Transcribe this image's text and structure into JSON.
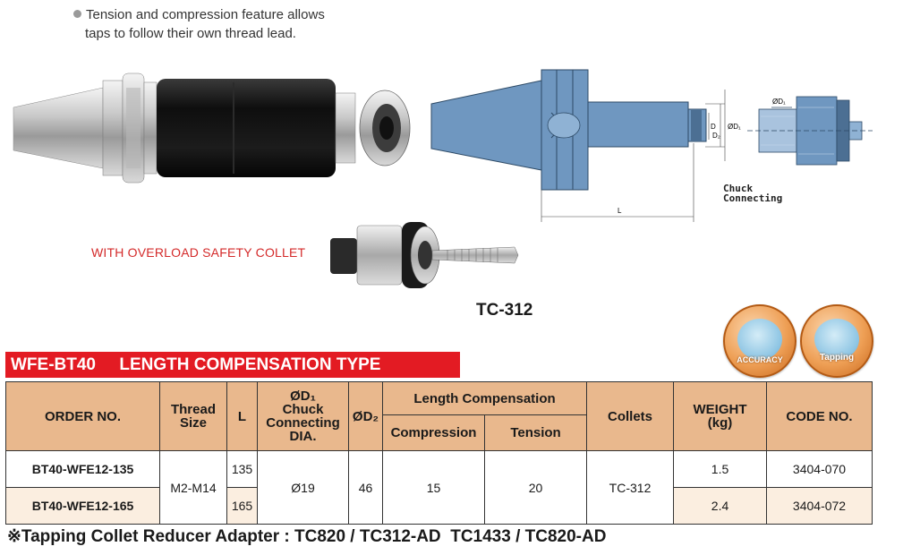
{
  "feature_note": {
    "line1": "Tension and compression feature allows",
    "line2": "taps to follow their own thread lead."
  },
  "overload_label": "WITH OVERLOAD SAFETY COLLET",
  "collet_model": "TC-312",
  "drawing": {
    "chuck_label_1": "Chuck",
    "chuck_label_2": "Connecting",
    "dim_L": "L",
    "dim_D1": "ØD₁",
    "dim_D1_side": "ØD₁",
    "dim_D2": "D₂",
    "dim_D": "D"
  },
  "badges": [
    {
      "label": "ACCURACY"
    },
    {
      "label": "Tapping"
    }
  ],
  "section": {
    "code": "WFE-BT40",
    "title": "LENGTH COMPENSATION TYPE"
  },
  "table": {
    "headers": {
      "order_no": "ORDER NO.",
      "thread_1": "Thread",
      "thread_2": "Size",
      "L": "L",
      "d1_1": "ØD₁",
      "d1_2": "Chuck",
      "d1_3": "Connecting",
      "d1_4": "DIA.",
      "d2": "ØD₂",
      "length_comp": "Length Compensation",
      "compression": "Compression",
      "tension": "Tension",
      "collets": "Collets",
      "weight_1": "WEIGHT",
      "weight_2": "(kg)",
      "code_no": "CODE NO."
    },
    "shared": {
      "thread_size": "M2-M14",
      "d1": "Ø19",
      "d2": "46",
      "compression": "15",
      "tension": "20",
      "collets": "TC-312"
    },
    "rows": [
      {
        "order_no": "BT40-WFE12-135",
        "L": "135",
        "weight": "1.5",
        "code_no": "3404-070"
      },
      {
        "order_no": "BT40-WFE12-165",
        "L": "165",
        "weight": "2.4",
        "code_no": "3404-072"
      }
    ]
  },
  "footer_note": "※Tapping Collet Reducer Adapter : TC820 / TC312-AD  TC1433 / TC820-AD"
}
